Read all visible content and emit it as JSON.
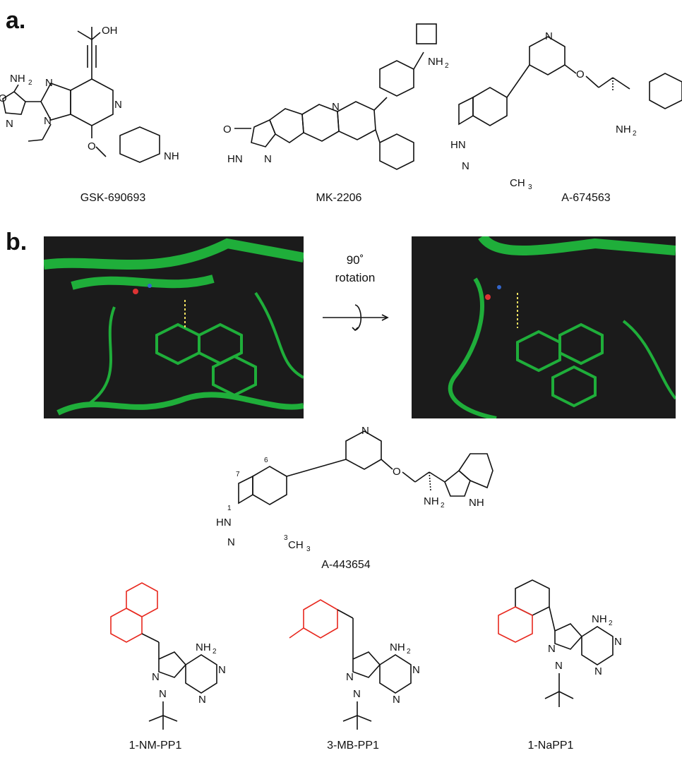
{
  "panels": {
    "a_label": "a.",
    "b_label": "b."
  },
  "compounds_a": [
    {
      "name": "GSK-690693"
    },
    {
      "name": "MK-2206"
    },
    {
      "name": "A-674563"
    }
  ],
  "structure_labels": {
    "oh": "OH",
    "nh2": "NH",
    "n": "N",
    "nh": "NH",
    "hn": "HN",
    "o": "O",
    "ch3": "CH",
    "sub2": "2",
    "sub3": "3",
    "hn_n": "HN–N",
    "n_atom": "N"
  },
  "rotation": {
    "degrees": "90˚",
    "word": "rotation"
  },
  "a443654": {
    "name": "A-443654",
    "positions": [
      "7",
      "6",
      "1",
      "3"
    ]
  },
  "compounds_c": [
    {
      "name": "1-NM-PP1"
    },
    {
      "name": "3-MB-PP1"
    },
    {
      "name": "1-NaPP1"
    }
  ],
  "colors": {
    "highlight": "#e8281e",
    "protein": "#1fae3a",
    "background": "#1b1b1b"
  }
}
